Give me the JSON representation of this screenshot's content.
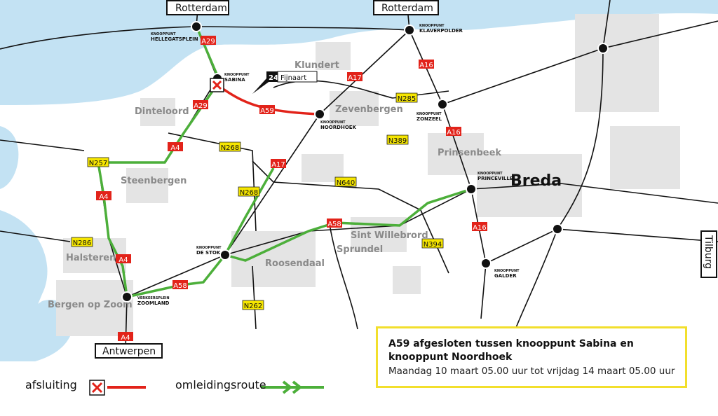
{
  "cities": {
    "rotterdam_west": "Rotterdam",
    "rotterdam_east": "Rotterdam",
    "antwerpen": "Antwerpen",
    "tilburg": "Tilburg"
  },
  "places": {
    "klundert": "Klundert",
    "dinteloord": "Dinteloord",
    "zevenbergen": "Zevenbergen",
    "prinsenbeek": "Prinsenbeek",
    "breda": "Breda",
    "steenbergen": "Steenbergen",
    "sint_willebrord": "Sint Willebrord",
    "sprundel": "Sprundel",
    "halsteren": "Halsteren",
    "roosendaal": "Roosendaal",
    "bergen_op_zoom": "Bergen op Zoom"
  },
  "junctions": [
    {
      "type": "KNOOPPUNT",
      "name": "HELLEGATSPLEIN"
    },
    {
      "type": "KNOOPPUNT",
      "name": "SABINA"
    },
    {
      "type": "KNOOPPUNT",
      "name": "NOORDHOEK"
    },
    {
      "type": "KNOOPPUNT",
      "name": "KLAVERPOLDER"
    },
    {
      "type": "KNOOPPUNT",
      "name": "ZONZEEL"
    },
    {
      "type": "KNOOPPUNT",
      "name": "PRINCEVILLE"
    },
    {
      "type": "KNOOPPUNT",
      "name": "GALDER"
    },
    {
      "type": "KNOOPPUNT",
      "name": "DE STOK"
    },
    {
      "type": "VERKEERSPLEIN",
      "name": "ZOOMLAND"
    }
  ],
  "exit": {
    "number": "24",
    "name": "Fijnaart"
  },
  "shields": [
    "A29",
    "A29",
    "A59",
    "A17",
    "A16",
    "N285",
    "A16",
    "N389",
    "N268",
    "A4",
    "N257",
    "A17",
    "N268",
    "N640",
    "A4",
    "A58",
    "A16",
    "N394",
    "N286",
    "A4",
    "A58",
    "N262",
    "A4"
  ],
  "colors": {
    "closure": "#e2231a",
    "detour": "#4caf3a",
    "highway_shield": "#e2231a",
    "provincial_shield": "#f6e600",
    "water": "#c3e2f3",
    "urban": "#e4e4e4"
  },
  "info": {
    "title": "A59 afgesloten tussen knooppunt Sabina en knooppunt Noordhoek",
    "subtitle": "Maandag 10 maart 05.00 uur tot vrijdag 14 maart 05.00 uur"
  },
  "legend": {
    "closure_label": "afsluiting",
    "closure_icon": "red-x-icon",
    "detour_label": "omleidingsroute",
    "detour_icon": "green-arrow-icon"
  }
}
